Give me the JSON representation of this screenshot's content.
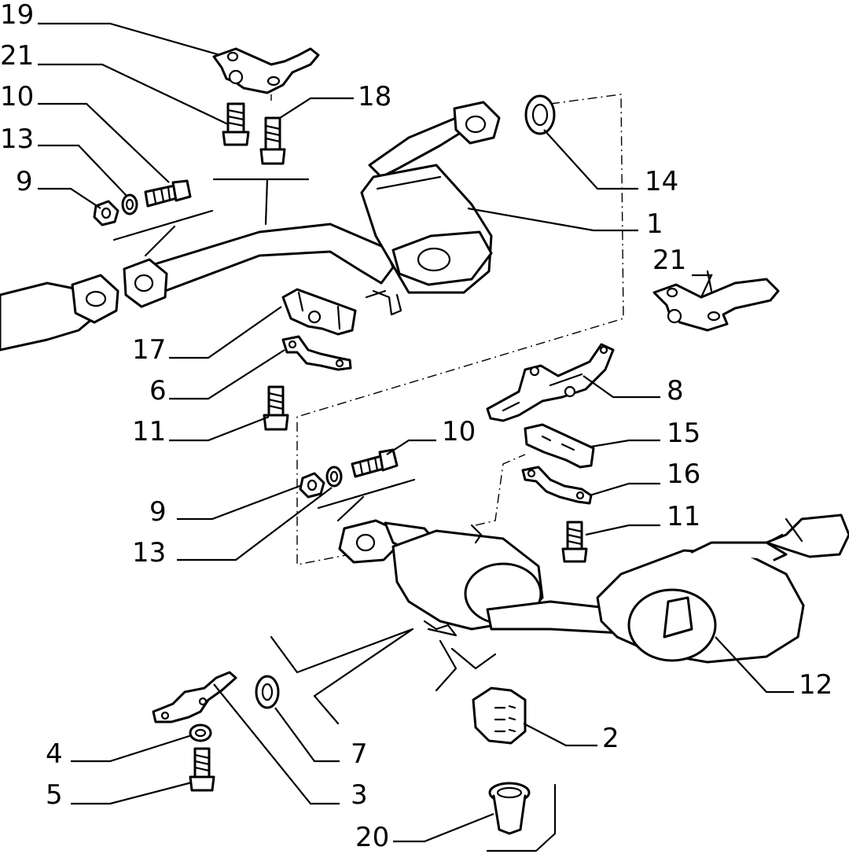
{
  "callouts": [
    {
      "id": "c19a",
      "text": "19"
    },
    {
      "id": "c21a",
      "text": "21"
    },
    {
      "id": "c10a",
      "text": "10"
    },
    {
      "id": "c13a",
      "text": "13"
    },
    {
      "id": "c9a",
      "text": "9"
    },
    {
      "id": "c18",
      "text": "18"
    },
    {
      "id": "c14",
      "text": "14"
    },
    {
      "id": "c1",
      "text": "1"
    },
    {
      "id": "c21b",
      "text": "21"
    },
    {
      "id": "c17",
      "text": "17"
    },
    {
      "id": "c6",
      "text": "6"
    },
    {
      "id": "c8",
      "text": "8"
    },
    {
      "id": "c11a",
      "text": "11"
    },
    {
      "id": "c10b",
      "text": "10"
    },
    {
      "id": "c15",
      "text": "15"
    },
    {
      "id": "c16",
      "text": "16"
    },
    {
      "id": "c9b",
      "text": "9"
    },
    {
      "id": "c11b",
      "text": "11"
    },
    {
      "id": "c13b",
      "text": "13"
    },
    {
      "id": "c12",
      "text": "12"
    },
    {
      "id": "c2",
      "text": "2"
    },
    {
      "id": "c4",
      "text": "4"
    },
    {
      "id": "c7",
      "text": "7"
    },
    {
      "id": "c5",
      "text": "5"
    },
    {
      "id": "c3",
      "text": "3"
    },
    {
      "id": "c20",
      "text": "20"
    }
  ]
}
